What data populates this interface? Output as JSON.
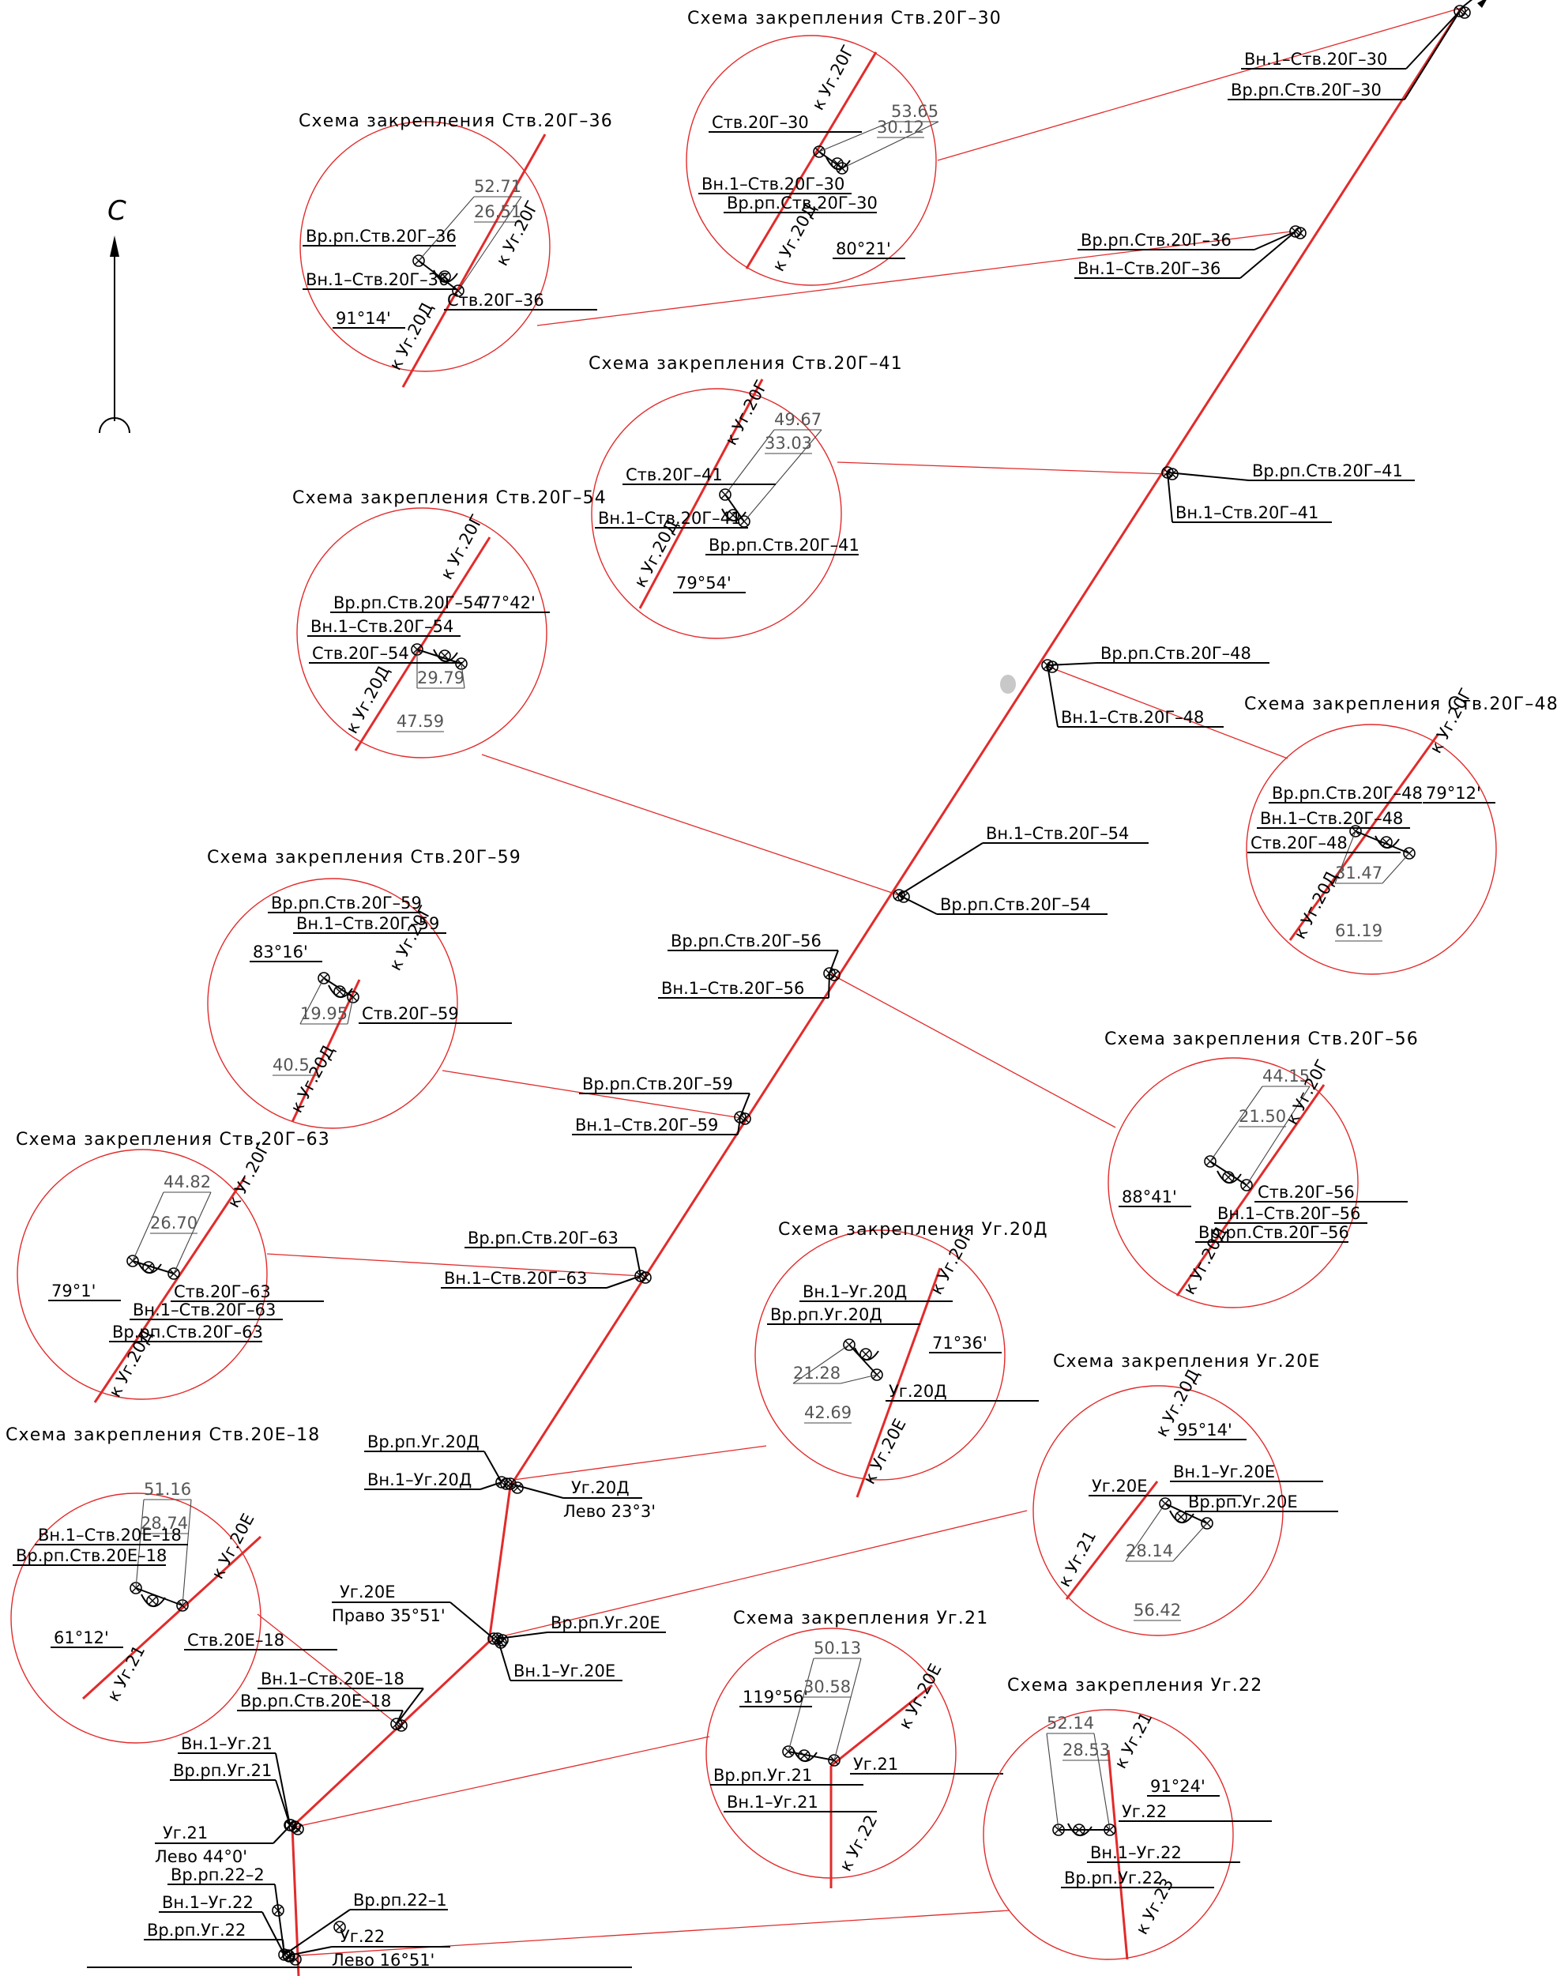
{
  "north": {
    "label": "С"
  },
  "route_labels": {
    "ug20d": [
      "Уг.20Д",
      "Лево 23°3'"
    ],
    "ug20e": [
      "Уг.20Е",
      "Право 35°51'"
    ],
    "ug21": [
      "Уг.21",
      "Лево 44°0'"
    ],
    "ug22": [
      "Уг.22",
      "Лево 16°51'"
    ]
  },
  "route_callouts": [
    [
      "Вн.1–Ств.20Г–30",
      "Вр.рп.Ств.20Г–30"
    ],
    [
      "Вр.рп.Ств.20Г–36",
      "Вн.1–Ств.20Г–36"
    ],
    [
      "Вр.рп.Ств.20Г–41",
      "Вн.1–Ств.20Г–41"
    ],
    [
      "Вр.рп.Ств.20Г–48",
      "Вн.1–Ств.20Г–48"
    ],
    [
      "Вн.1–Ств.20Г–54",
      "Вр.рп.Ств.20Г–54"
    ],
    [
      "Вр.рп.Ств.20Г–56",
      "Вн.1–Ств.20Г–56"
    ],
    [
      "Вр.рп.Ств.20Г–59",
      "Вн.1–Ств.20Г–59"
    ],
    [
      "Вр.рп.Ств.20Г–63",
      "Вн.1–Ств.20Г–63"
    ],
    [
      "Вр.рп.Уг.20Д",
      "Вн.1–Уг.20Д"
    ],
    [
      "Вр.рп.Уг.20Е",
      "Вн.1–Уг.20Е"
    ],
    [
      "Вн.1–Ств.20Е–18",
      "Вр.рп.Ств.20Е–18"
    ],
    [
      "Вн.1–Уг.21",
      "Вр.рп.Уг.21"
    ],
    [
      "Вр.рп.22–2",
      "Вн.1–Уг.22",
      "Вр.рп.Уг.22",
      "Вр.рп.22–1"
    ]
  ],
  "schemes": [
    {
      "title": "Схема закрепления Ств.20Г–30",
      "labels": [
        "Ств.20Г–30",
        "Вн.1–Ств.20Г–30",
        "Вр.рп.Ств.20Г–30",
        "80°21'",
        "53.65",
        "30.12",
        "к Уг.20Г",
        "к Уг.20Д"
      ]
    },
    {
      "title": "Схема закрепления Ств.20Г–36",
      "labels": [
        "Вр.рп.Ств.20Г–36",
        "Вн.1–Ств.20Г–36",
        "Ств.20Г–36",
        "91°14'",
        "52.71",
        "26.51",
        "к Уг.20Г",
        "к Уг.20Д"
      ]
    },
    {
      "title": "Схема закрепления Ств.20Г–41",
      "labels": [
        "Ств.20Г–41",
        "Вн.1–Ств.20Г–41",
        "Вр.рп.Ств.20Г–41",
        "79°54'",
        "49.67",
        "33.03",
        "к Уг.20Г",
        "к Уг.20Д"
      ]
    },
    {
      "title": "Схема закрепления Ств.20Г–54",
      "labels": [
        "Вр.рп.Ств.20Г–54",
        "Вн.1–Ств.20Г–54",
        "Ств.20Г–54",
        "77°42'",
        "29.79",
        "47.59",
        "к Уг.20Г",
        "к Уг.20Д"
      ]
    },
    {
      "title": "Схема закрепления Ств.20Г–48",
      "labels": [
        "Вр.рп.Ств.20Г–48",
        "Вн.1–Ств.20Г–48",
        "Ств.20Г–48",
        "79°12'",
        "31.47",
        "61.19",
        "к Уг.20Г",
        "к Уг.20Д"
      ]
    },
    {
      "title": "Схема закрепления Ств.20Г–59",
      "labels": [
        "Вр.рп.Ств.20Г–59",
        "Вн.1–Ств.20Г–59",
        "Ств.20Г–59",
        "83°16'",
        "19.95",
        "40.5",
        "к Уг.20Г",
        "к Уг.20Д"
      ]
    },
    {
      "title": "Схема закрепления Ств.20Г–56",
      "labels": [
        "Ств.20Г–56",
        "Вн.1–Ств.20Г–56",
        "Вр.рп.Ств.20Г–56",
        "88°41'",
        "44.15",
        "21.50",
        "к Уг.20Г",
        "к Уг.20Д"
      ]
    },
    {
      "title": "Схема закрепления Ств.20Г–63",
      "labels": [
        "Ств.20Г–63",
        "Вн.1–Ств.20Г–63",
        "Вр.рп.Ств.20Г–63",
        "79°1'",
        "44.82",
        "26.70",
        "к Уг.20Г",
        "к Уг.20Д"
      ]
    },
    {
      "title": "Схема закрепления Уг.20Д",
      "labels": [
        "Вн.1–Уг.20Д",
        "Вр.рп.Уг.20Д",
        "Уг.20Д",
        "71°36'",
        "21.28",
        "42.69",
        "к Уг.20Г",
        "к Уг.20Е"
      ]
    },
    {
      "title": "Схема закрепления Уг.20Е",
      "labels": [
        "Уг.20Е",
        "Вн.1–Уг.20Е",
        "Вр.рп.Уг.20Е",
        "95°14'",
        "28.14",
        "56.42",
        "к Уг.20Д",
        "к Уг.21"
      ]
    },
    {
      "title": "Схема закрепления Ств.20Е–18",
      "labels": [
        "Вн.1–Ств.20Е–18",
        "Вр.рп.Ств.20Е–18",
        "Ств.20Е–18",
        "61°12'",
        "51.16",
        "28.74",
        "к Уг.20Е",
        "к Уг.21"
      ]
    },
    {
      "title": "Схема закрепления Уг.21",
      "labels": [
        "Уг.21",
        "Вр.рп.Уг.21",
        "Вн.1–Уг.21",
        "119°56'",
        "50.13",
        "30.58",
        "к Уг.20Е",
        "к Уг.22"
      ]
    },
    {
      "title": "Схема закрепления Уг.22",
      "labels": [
        "Уг.22",
        "Вн.1–Уг.22",
        "Вр.рп.Уг.22",
        "91°24'",
        "52.14",
        "28.53",
        "к Уг.21",
        "к Уг.23"
      ]
    }
  ]
}
